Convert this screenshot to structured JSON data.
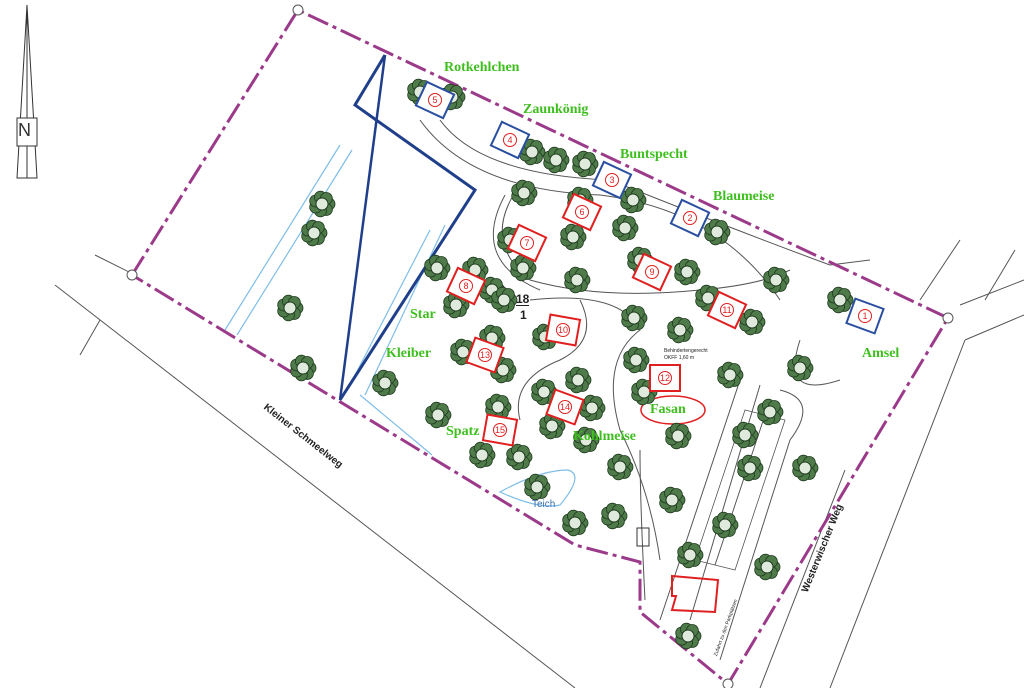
{
  "north_arrow": {
    "letter": "N"
  },
  "roads": {
    "left": "Kleiner Schmeelweg",
    "right": "Westerwischer Weg",
    "access": "Zufahrt zu den Parkplätzen"
  },
  "plot": {
    "number": "18",
    "sub": "1"
  },
  "pond": "Teich",
  "house12_note": {
    "line1": "Behindertengerecht",
    "line2": "OKFF 1,60 m"
  },
  "highlight_color": "#e02020",
  "label_color": "#3fbf1f",
  "boundary_color": "#9c3a8a",
  "houses": [
    {
      "number": "1",
      "name": "Amsel"
    },
    {
      "number": "2",
      "name": "Blaumeise"
    },
    {
      "number": "3",
      "name": "Buntspecht"
    },
    {
      "number": "4",
      "name": "Zaunkönig"
    },
    {
      "number": "5",
      "name": "Rotkehlchen"
    },
    {
      "number": "6",
      "name": ""
    },
    {
      "number": "7",
      "name": ""
    },
    {
      "number": "8",
      "name": "Star"
    },
    {
      "number": "9",
      "name": ""
    },
    {
      "number": "10",
      "name": ""
    },
    {
      "number": "11",
      "name": ""
    },
    {
      "number": "12",
      "name": "Fasan"
    },
    {
      "number": "13",
      "name": "Kleiber"
    },
    {
      "number": "14",
      "name": "Kohlmeise"
    },
    {
      "number": "15",
      "name": "Spatz"
    }
  ]
}
